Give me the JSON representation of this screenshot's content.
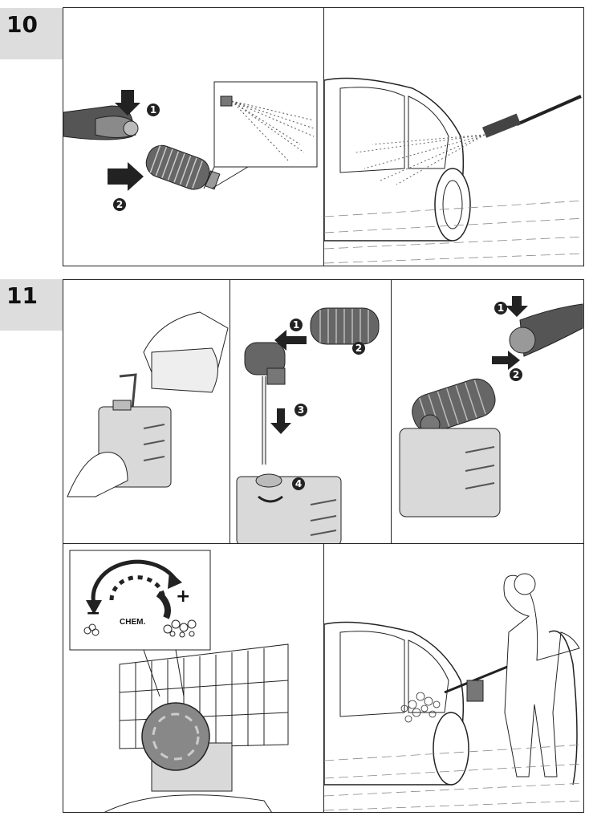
{
  "steps": [
    {
      "number": "10"
    },
    {
      "number": "11"
    }
  ],
  "step10": {
    "callouts": [
      "1",
      "2"
    ]
  },
  "step11": {
    "panel2_callouts": [
      "1",
      "2",
      "3",
      "4"
    ],
    "panel3_callouts": [
      "1",
      "2"
    ],
    "dial": {
      "label": "CHEM.",
      "minus": "−",
      "plus": "+"
    }
  },
  "colors": {
    "tab": "#dddddd",
    "line": "#222222",
    "fill": "#d9d9d9"
  }
}
